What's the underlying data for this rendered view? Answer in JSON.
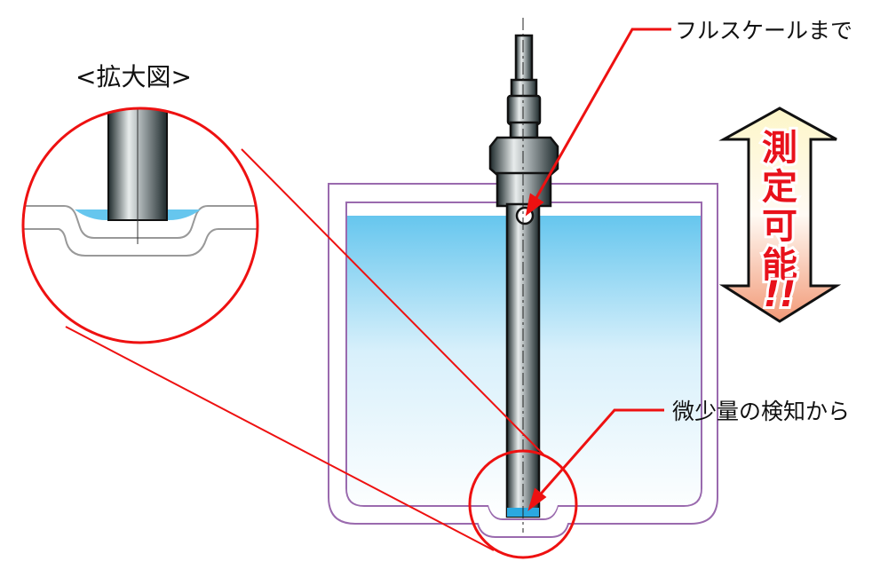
{
  "labels": {
    "zoom_title": "<拡大図>",
    "full_scale": "フルスケールまで",
    "small_detect": "微少量の検知から",
    "measurable": [
      "測",
      "定",
      "可",
      "能",
      "!!"
    ]
  },
  "colors": {
    "tank_outline": "#9a6aae",
    "water_top": "#66c6ee",
    "callout_red": "#ee1111",
    "arrow_top": "#fdf6c8",
    "arrow_bottom": "#f29a78"
  }
}
